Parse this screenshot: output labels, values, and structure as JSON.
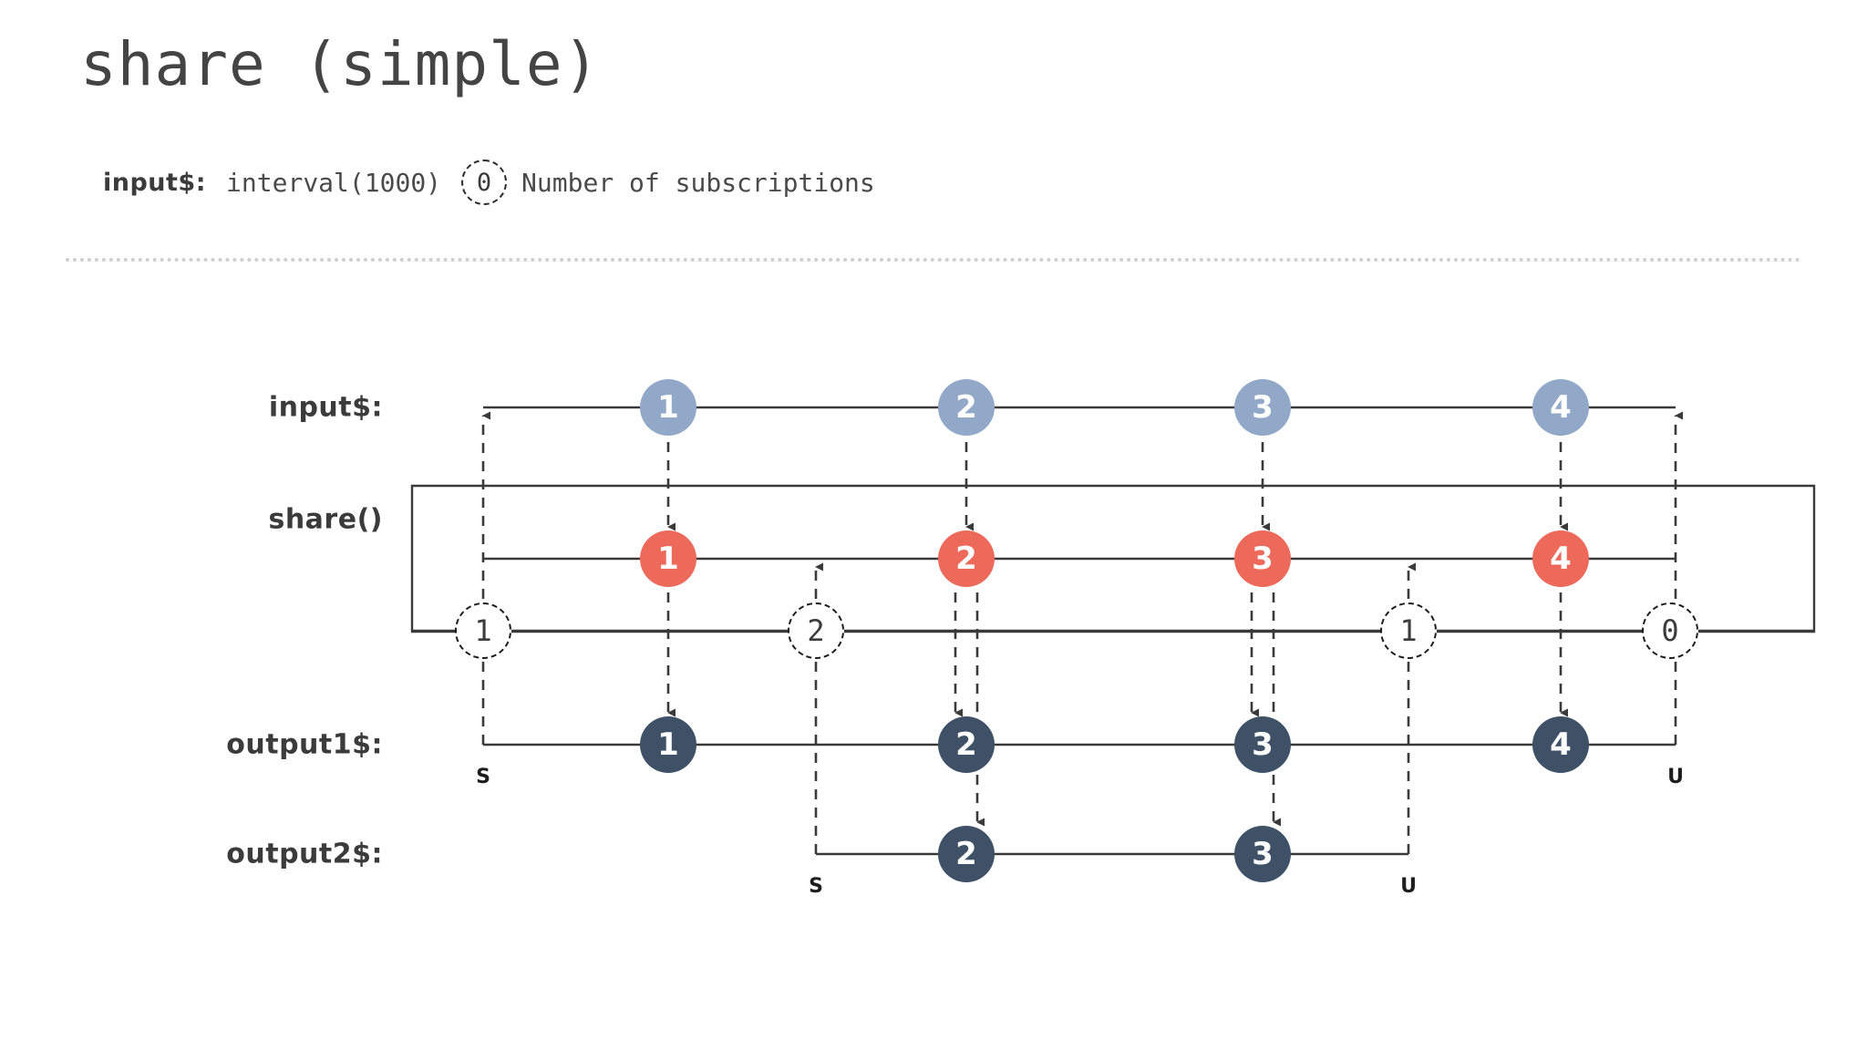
{
  "header": {
    "title": "share (simple)",
    "legend": {
      "key": "input$:",
      "value": "interval(1000)",
      "chip": "0",
      "note": "Number of subscriptions"
    }
  },
  "diagram": {
    "rows": [
      {
        "id": "input",
        "label": "input$:"
      },
      {
        "id": "share",
        "label": "share()"
      },
      {
        "id": "output1",
        "label": "output1$:"
      },
      {
        "id": "output2",
        "label": "output2$:"
      }
    ],
    "streams": {
      "input": {
        "label": "input$:",
        "marbles": [
          {
            "value": "1"
          },
          {
            "value": "2"
          },
          {
            "value": "3"
          },
          {
            "value": "4"
          }
        ]
      },
      "shared": {
        "label": "share()",
        "marbles": [
          {
            "value": "1"
          },
          {
            "value": "2"
          },
          {
            "value": "3"
          },
          {
            "value": "4"
          }
        ]
      },
      "subscriptions": {
        "counts": [
          {
            "value": "1"
          },
          {
            "value": "2"
          },
          {
            "value": "1"
          },
          {
            "value": "0"
          }
        ]
      },
      "output1": {
        "label": "output1$:",
        "marbles": [
          {
            "value": "1"
          },
          {
            "value": "2"
          },
          {
            "value": "3"
          },
          {
            "value": "4"
          }
        ],
        "start_marker": "S",
        "end_marker": "U"
      },
      "output2": {
        "label": "output2$:",
        "marbles": [
          {
            "value": "2"
          },
          {
            "value": "3"
          }
        ],
        "start_marker": "S",
        "end_marker": "U"
      }
    },
    "colors": {
      "input_marble": "#92a8c9",
      "shared_marble": "#ed6a5a",
      "output_marble": "#3f5166",
      "line": "#3a3a3a",
      "text": "#3b3b3b",
      "divider": "#cfcfcf"
    }
  }
}
